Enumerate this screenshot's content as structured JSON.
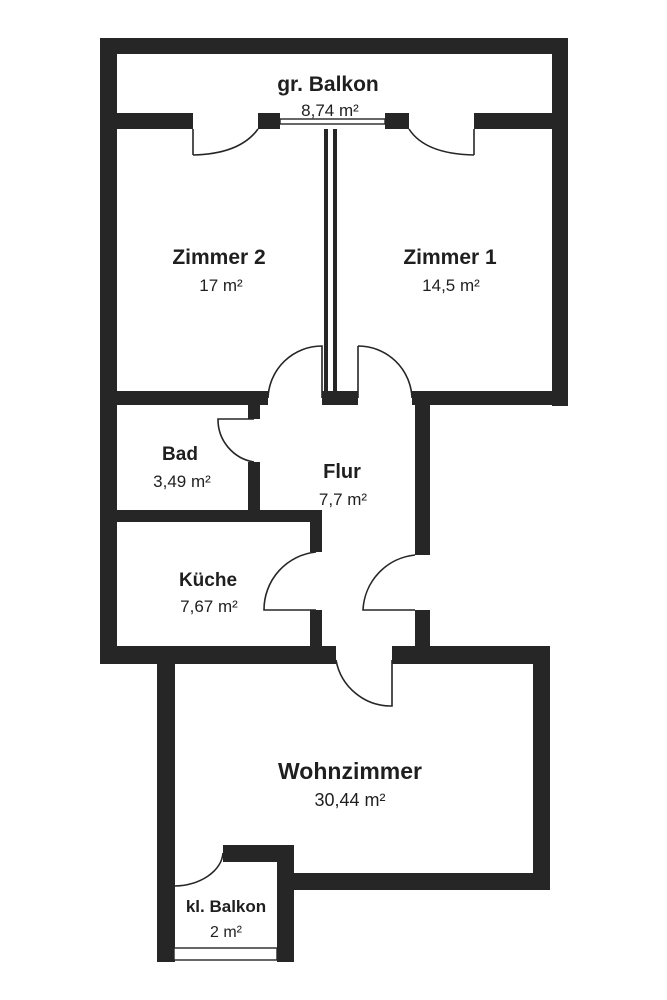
{
  "plan": {
    "wall_color": "#262626",
    "rooms": [
      {
        "id": "gr-balkon",
        "name": "gr. Balkon",
        "area": "8,74 m²"
      },
      {
        "id": "zimmer-2",
        "name": "Zimmer 2",
        "area": "17 m²"
      },
      {
        "id": "zimmer-1",
        "name": "Zimmer 1",
        "area": "14,5 m²"
      },
      {
        "id": "bad",
        "name": "Bad",
        "area": "3,49 m²"
      },
      {
        "id": "flur",
        "name": "Flur",
        "area": "7,7 m²"
      },
      {
        "id": "kueche",
        "name": "Küche",
        "area": "7,67 m²"
      },
      {
        "id": "wohnzimmer",
        "name": "Wohnzimmer",
        "area": "30,44 m²"
      },
      {
        "id": "kl-balkon",
        "name": "kl. Balkon",
        "area": "2 m²"
      }
    ]
  }
}
